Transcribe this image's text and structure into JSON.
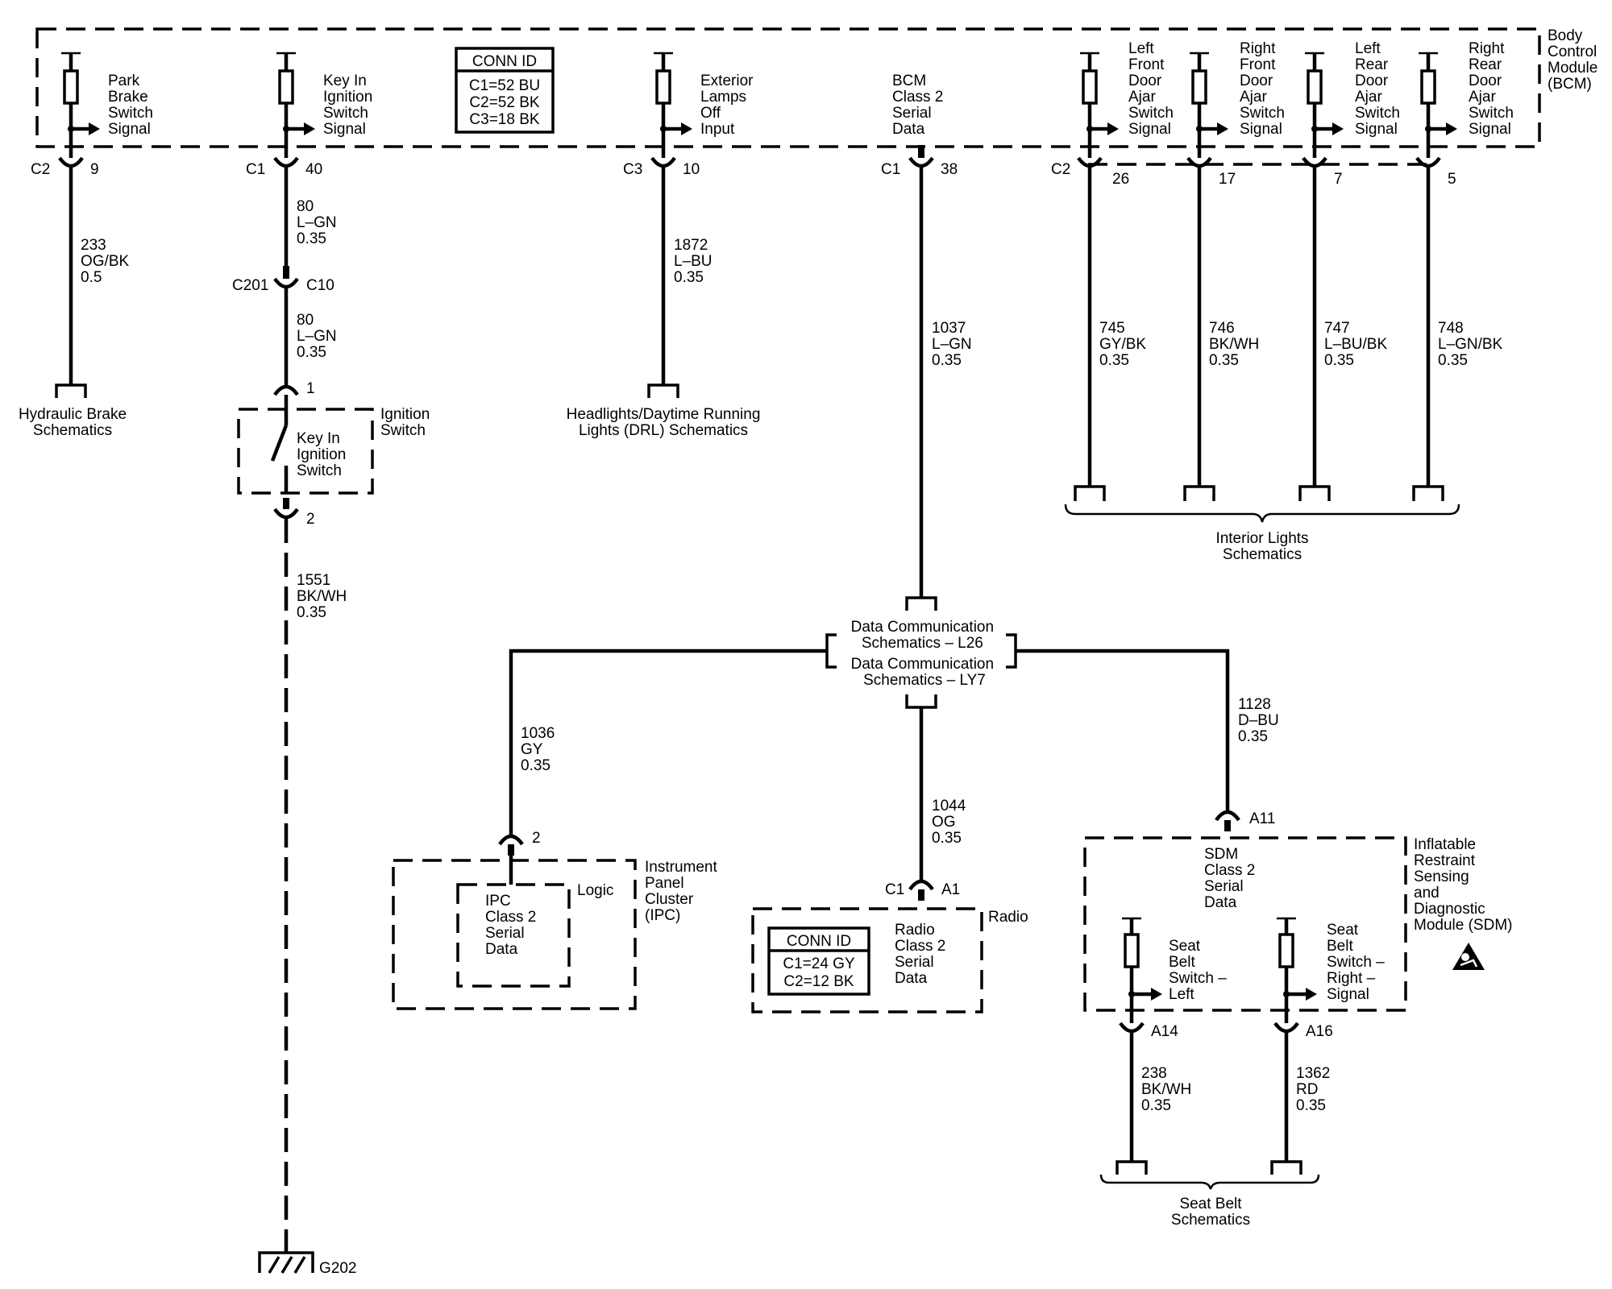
{
  "bcm": {
    "name_lines": [
      "Body",
      "Control",
      "Module",
      "(BCM)"
    ],
    "conn_id": {
      "title": "CONN ID",
      "lines": [
        "C1=52 BU",
        "C2=52 BK",
        "C3=18 BK"
      ]
    },
    "signals": [
      {
        "id": "park",
        "label": [
          "Park",
          "Brake",
          "Switch",
          "Signal"
        ],
        "conn": "C2",
        "pin": "9"
      },
      {
        "id": "keyin",
        "label": [
          "Key In",
          "Ignition",
          "Switch",
          "Signal"
        ],
        "conn": "C1",
        "pin": "40"
      },
      {
        "id": "exterior",
        "label": [
          "Exterior",
          "Lamps",
          "Off",
          "Input"
        ],
        "conn": "C3",
        "pin": "10"
      },
      {
        "id": "serial",
        "label": [
          "BCM",
          "Class 2",
          "Serial",
          "Data"
        ],
        "conn": "C1",
        "pin": "38"
      },
      {
        "id": "lfdoor",
        "label": [
          "Left",
          "Front",
          "Door",
          "Ajar",
          "Switch",
          "Signal"
        ],
        "conn": "C2",
        "pin": "26"
      },
      {
        "id": "rfdoor",
        "label": [
          "Right",
          "Front",
          "Door",
          "Ajar",
          "Switch",
          "Signal"
        ],
        "conn": "",
        "pin": "17"
      },
      {
        "id": "lrdoor",
        "label": [
          "Left",
          "Rear",
          "Door",
          "Ajar",
          "Switch",
          "Signal"
        ],
        "conn": "",
        "pin": "7"
      },
      {
        "id": "rrdoor",
        "label": [
          "Right",
          "Rear",
          "Door",
          "Ajar",
          "Switch",
          "Signal"
        ],
        "conn": "",
        "pin": "5"
      }
    ]
  },
  "wires": {
    "w233": [
      "233",
      "OG/BK",
      "0.5"
    ],
    "w80a": [
      "80",
      "L–GN",
      "0.35"
    ],
    "w80b": [
      "80",
      "L–GN",
      "0.35"
    ],
    "w1551": [
      "1551",
      "BK/WH",
      "0.35"
    ],
    "w1872": [
      "1872",
      "L–BU",
      "0.35"
    ],
    "w1037": [
      "1037",
      "L–GN",
      "0.35"
    ],
    "w745": [
      "745",
      "GY/BK",
      "0.35"
    ],
    "w746": [
      "746",
      "BK/WH",
      "0.35"
    ],
    "w747": [
      "747",
      "L–BU/BK",
      "0.35"
    ],
    "w748": [
      "748",
      "L–GN/BK",
      "0.35"
    ],
    "w1036": [
      "1036",
      "GY",
      "0.35"
    ],
    "w1044": [
      "1044",
      "OG",
      "0.35"
    ],
    "w1128": [
      "1128",
      "D–BU",
      "0.35"
    ],
    "w238": [
      "238",
      "BK/WH",
      "0.35"
    ],
    "w1362": [
      "1362",
      "RD",
      "0.35"
    ]
  },
  "refs": {
    "hydraulic": [
      "Hydraulic Brake",
      "Schematics"
    ],
    "headlights": [
      "Headlights/Daytime Running",
      "Lights (DRL) Schematics"
    ],
    "interior": [
      "Interior Lights",
      "Schematics"
    ],
    "datacomm": [
      "Data Communication",
      "Schematics – L26",
      "Data Communication",
      "Schematics – LY7"
    ],
    "seatbelt": [
      "Seat Belt",
      "Schematics"
    ]
  },
  "connectors": {
    "c201": "C201",
    "c10": "C10",
    "ign_pin1": "1",
    "ign_pin2": "2",
    "ipc_pin": "2",
    "radio_conn": "C1",
    "radio_pin": "A1",
    "sdm_a11": "A11",
    "sdm_a14": "A14",
    "sdm_a16": "A16"
  },
  "ignition": {
    "name": [
      "Ignition",
      "Switch"
    ],
    "inner": [
      "Key In",
      "Ignition",
      "Switch"
    ]
  },
  "ipc": {
    "name": [
      "Instrument",
      "Panel",
      "Cluster",
      "(IPC)"
    ],
    "logic": "Logic",
    "inner": [
      "IPC",
      "Class 2",
      "Serial",
      "Data"
    ]
  },
  "radio": {
    "name": "Radio",
    "inner": [
      "Radio",
      "Class 2",
      "Serial",
      "Data"
    ],
    "conn_id": {
      "title": "CONN ID",
      "lines": [
        "C1=24 GY",
        "C2=12 BK"
      ]
    }
  },
  "sdm": {
    "name": [
      "Inflatable",
      "Restraint",
      "Sensing",
      "and",
      "Diagnostic",
      "Module (SDM)"
    ],
    "inner": [
      "SDM",
      "Class 2",
      "Serial",
      "Data"
    ],
    "left": [
      "Seat",
      "Belt",
      "Switch –",
      "Left"
    ],
    "right": [
      "Seat",
      "Belt",
      "Switch –",
      "Right –",
      "Signal"
    ]
  },
  "ground": "G202"
}
